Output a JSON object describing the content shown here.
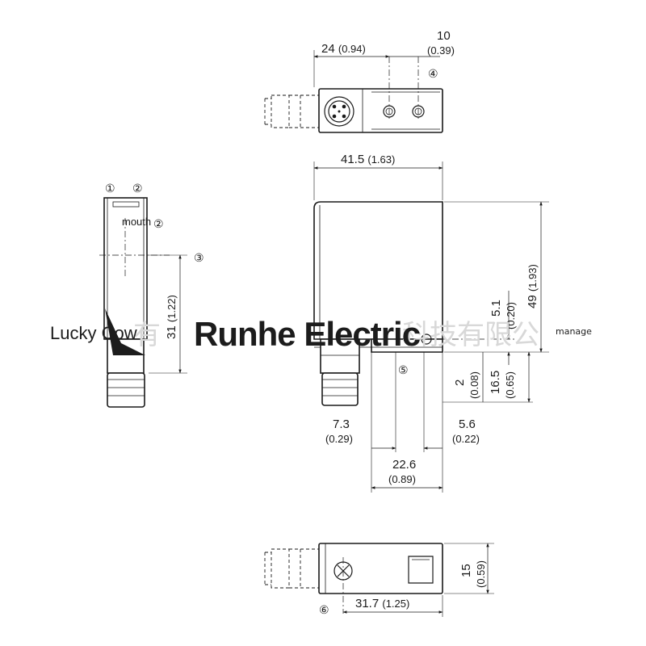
{
  "dimensions": {
    "top_width": {
      "value": "24",
      "inch": "(0.94)"
    },
    "top_spacing": {
      "value": "10",
      "inch": "(0.39)"
    },
    "front_width": {
      "value": "41.5",
      "inch": "(1.63)"
    },
    "front_height": {
      "value": "49",
      "inch": "(1.93)"
    },
    "axis_offset": {
      "value": "5.1",
      "inch": "(0.20)"
    },
    "mount_thickness": {
      "value": "2",
      "inch": "(0.08)"
    },
    "mount_height": {
      "value": "16.5",
      "inch": "(0.65)"
    },
    "left_offset": {
      "value": "7.3",
      "inch": "(0.29)"
    },
    "right_offset": {
      "value": "5.6",
      "inch": "(0.22)"
    },
    "mount_width": {
      "value": "22.6",
      "inch": "(0.89)"
    },
    "side_height": {
      "value": "31",
      "inch": "(1.22)"
    },
    "bottom_depth": {
      "value": "15",
      "inch": "(0.59)"
    },
    "bottom_length": {
      "value": "31.7",
      "inch": "(1.25)"
    }
  },
  "callouts": {
    "c1": "①",
    "c2": "②",
    "c2b": "②",
    "c3": "③",
    "c4": "④",
    "c5": "⑤",
    "c6": "⑥"
  },
  "labels": {
    "mouth": "mouth"
  },
  "watermark": {
    "brand_left": "Lucky Cow",
    "brand_main": "Runhe Electric",
    "brand_tag": "manage",
    "cjk_text": "科技有限公",
    "cjk_left": "有"
  }
}
